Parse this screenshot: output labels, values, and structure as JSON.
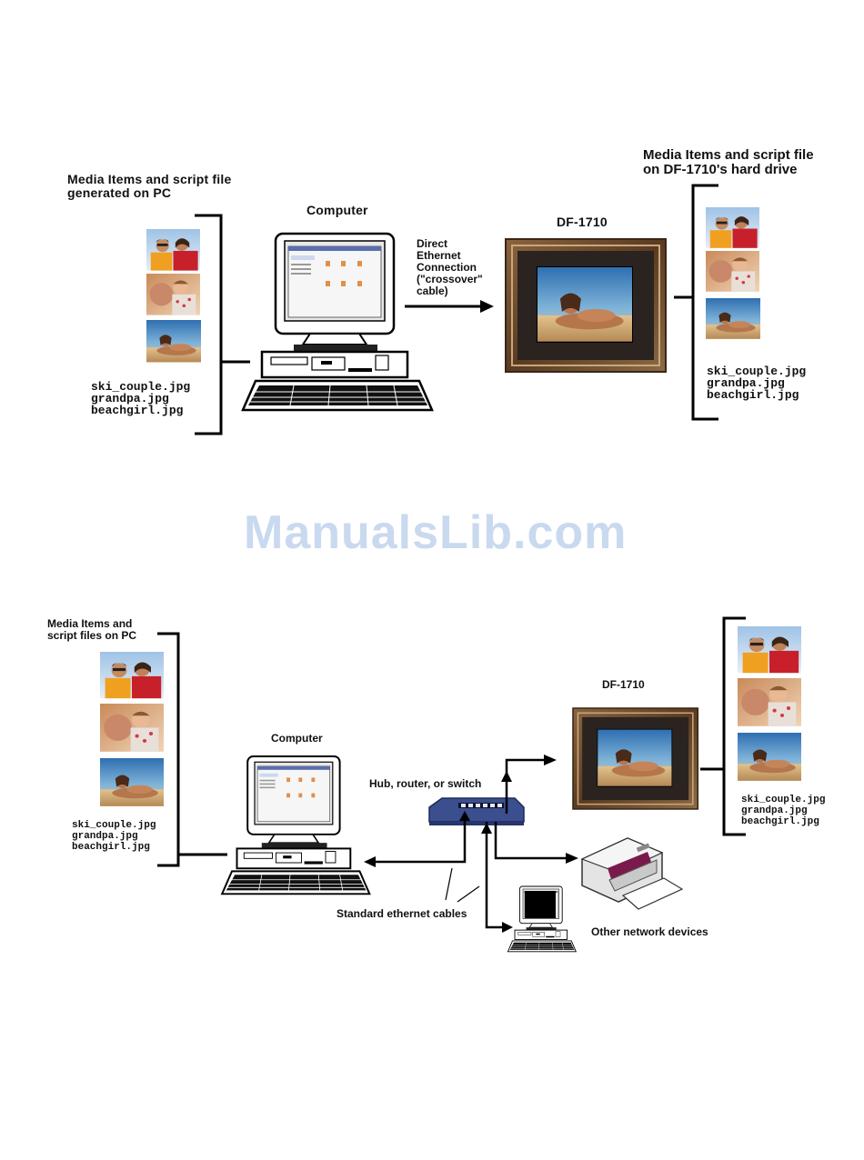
{
  "top": {
    "pc_caption": [
      "Media Items and script file",
      "generated on PC"
    ],
    "computer_label": "Computer",
    "frame_label": "DF-1710",
    "connection_label": [
      "Direct",
      "Ethernet",
      "Connection",
      "(\"crossover\"",
      "cable)"
    ],
    "frame_caption": [
      "Media Items and script file",
      "on DF-1710's hard drive"
    ],
    "files": [
      "ski_couple.jpg",
      "grandpa.jpg",
      "beachgirl.jpg"
    ]
  },
  "watermark": "ManualsLib.com",
  "bottom": {
    "pc_caption": [
      "Media Items and",
      "script files on PC"
    ],
    "computer_label": "Computer",
    "frame_label": "DF-1710",
    "hub_label": "Hub, router, or switch",
    "cables_label": "Standard ethernet cables",
    "devices_label": "Other network devices",
    "files": [
      "ski_couple.jpg",
      "grandpa.jpg",
      "beachgirl.jpg"
    ]
  },
  "colors": {
    "frame_wood": "#6b4a2e",
    "frame_mat": "#2a2320",
    "hub_blue": "#3b4f8f",
    "watermark": "#c9d9ef"
  }
}
